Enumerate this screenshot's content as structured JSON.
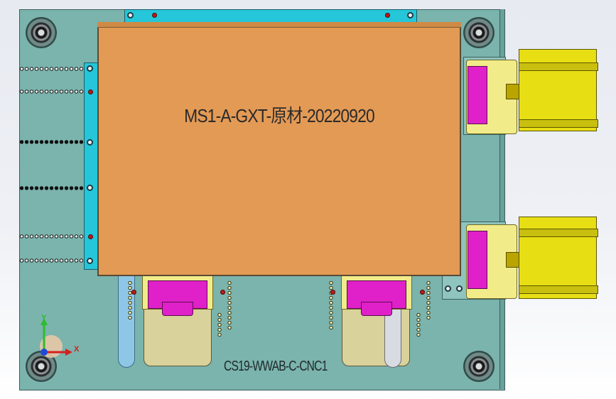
{
  "part_label": "MS1-A-GXT-原材-20220920",
  "fixture_label": "CS19-WWAB-C-CNC1",
  "triad": {
    "x_label": "X",
    "y_label": "Y"
  },
  "colors": {
    "plate": "#7bb3ad",
    "block": "#e39a55",
    "rail": "#25c6d9",
    "motor": "#e8de14",
    "clamp": "#e020c8"
  }
}
